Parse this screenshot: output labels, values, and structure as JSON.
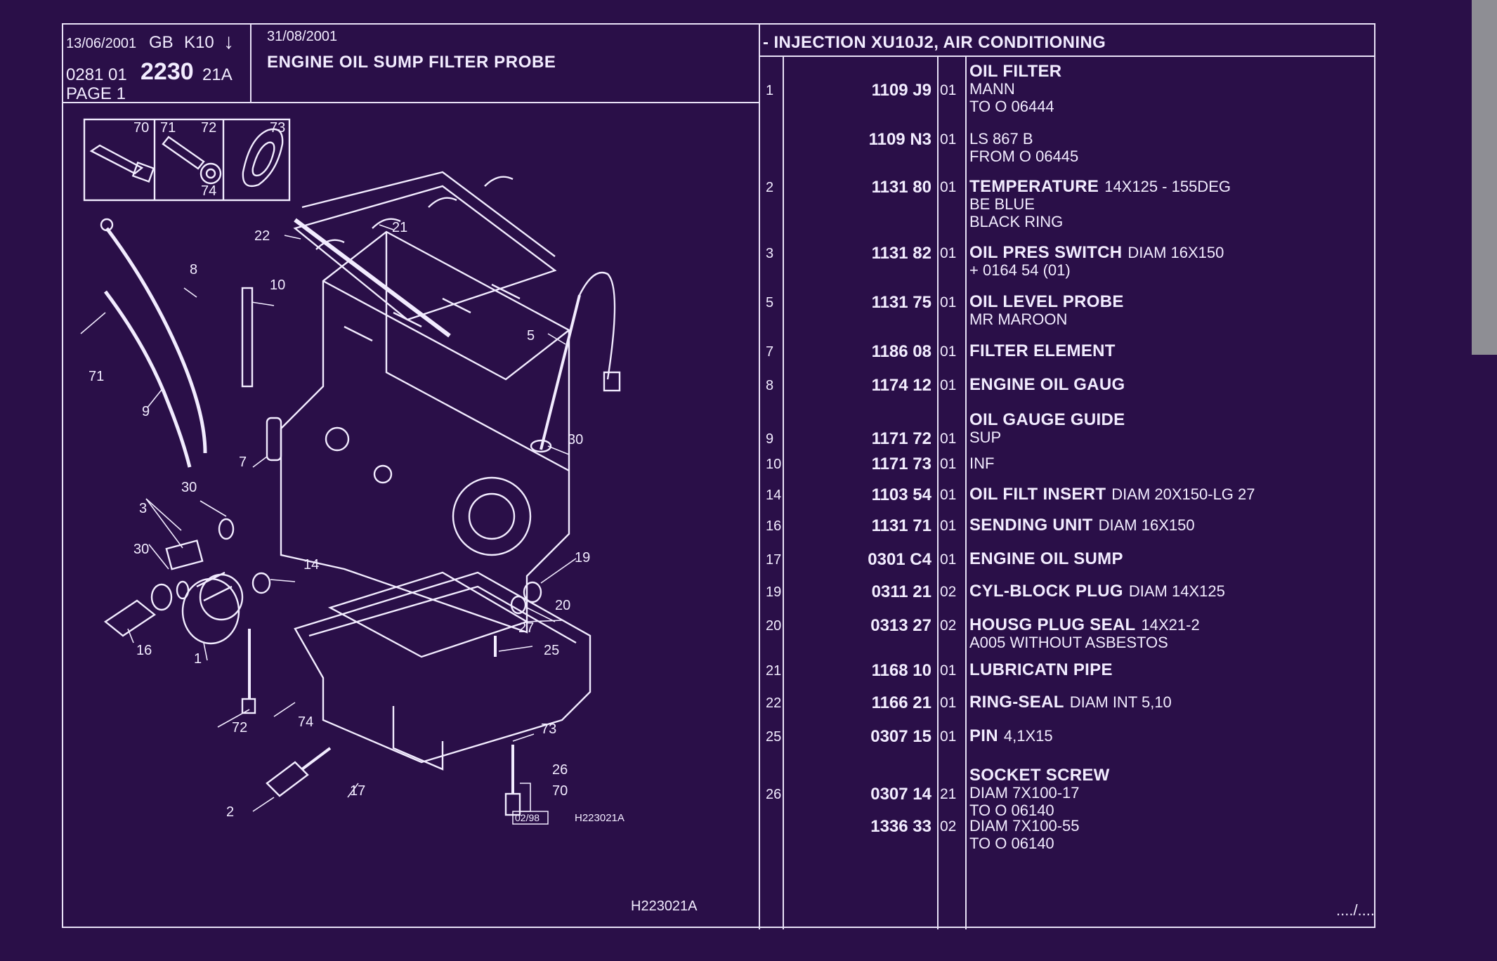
{
  "header": {
    "date_issue": "13/06/2001",
    "lang": "GB",
    "code": "K10",
    "arrow": "↓",
    "ref_prefix": "0281  01",
    "ref_main": "2230",
    "ref_suffix": "21A",
    "page": "PAGE  1",
    "date_update": "31/08/2001",
    "title": "ENGINE OIL SUMP FILTER PROBE",
    "section": "- INJECTION XU10J2, AIR CONDITIONING"
  },
  "inset": {
    "labels": [
      "70",
      "71",
      "72",
      "73",
      "74"
    ]
  },
  "diagram": {
    "callouts": [
      "21",
      "22",
      "8",
      "10",
      "71",
      "9",
      "5",
      "30",
      "7",
      "30",
      "3",
      "30",
      "14",
      "19",
      "16",
      "1",
      "20",
      "27",
      "25",
      "72",
      "74",
      "73",
      "26",
      "70",
      "2",
      "17"
    ],
    "stamp": "02/98",
    "code_small": "H223021A",
    "code_bottom": "H223021A"
  },
  "parts": [
    {
      "item": "1",
      "ref": "1109 J9",
      "qty": "01",
      "name": "OIL FILTER",
      "lines": [
        "MANN",
        "TO  O  06444"
      ],
      "name_first": true
    },
    {
      "item": "",
      "ref": "1109 N3",
      "qty": "01",
      "name": "",
      "lines": [
        "LS 867 B",
        "FROM  O  06445"
      ]
    },
    {
      "item": "2",
      "ref": "1131 80",
      "qty": "01",
      "name": "TEMPERATURE",
      "spec": "14X125 - 155DEG",
      "lines": [
        "BE BLUE",
        "BLACK RING"
      ]
    },
    {
      "item": "3",
      "ref": "1131 82",
      "qty": "01",
      "name": "OIL PRES SWITCH",
      "spec": "DIAM 16X150",
      "lines": [
        "+  0164 54 (01)"
      ]
    },
    {
      "item": "5",
      "ref": "1131 75",
      "qty": "01",
      "name": "OIL LEVEL PROBE",
      "lines": [
        "MR MAROON"
      ]
    },
    {
      "item": "7",
      "ref": "1186 08",
      "qty": "01",
      "name": "FILTER ELEMENT",
      "lines": []
    },
    {
      "item": "8",
      "ref": "1174 12",
      "qty": "01",
      "name": "ENGINE OIL GAUG",
      "lines": []
    },
    {
      "item": "9",
      "ref": "1171 72",
      "qty": "01",
      "name": "OIL GAUGE GUIDE",
      "lines": [
        "SUP"
      ],
      "name_first": true
    },
    {
      "item": "10",
      "ref": "1171 73",
      "qty": "01",
      "name": "",
      "lines": [
        "INF"
      ]
    },
    {
      "item": "14",
      "ref": "1103 54",
      "qty": "01",
      "name": "OIL FILT INSERT",
      "spec": "DIAM 20X150-LG 27",
      "lines": []
    },
    {
      "item": "16",
      "ref": "1131 71",
      "qty": "01",
      "name": "SENDING UNIT",
      "spec": "DIAM 16X150",
      "lines": []
    },
    {
      "item": "17",
      "ref": "0301 C4",
      "qty": "01",
      "name": "ENGINE OIL SUMP",
      "lines": []
    },
    {
      "item": "19",
      "ref": "0311 21",
      "qty": "02",
      "name": "CYL-BLOCK PLUG",
      "spec": "DIAM 14X125",
      "lines": []
    },
    {
      "item": "20",
      "ref": "0313 27",
      "qty": "02",
      "name": "HOUSG PLUG SEAL",
      "spec": "14X21-2",
      "lines": [
        "A005 WITHOUT ASBESTOS"
      ]
    },
    {
      "item": "21",
      "ref": "1168 10",
      "qty": "01",
      "name": "LUBRICATN PIPE",
      "lines": []
    },
    {
      "item": "22",
      "ref": "1166 21",
      "qty": "01",
      "name": "RING-SEAL",
      "spec": "DIAM INT 5,10",
      "lines": []
    },
    {
      "item": "25",
      "ref": "0307 15",
      "qty": "01",
      "name": "PIN",
      "spec": "4,1X15",
      "lines": []
    },
    {
      "item": "26",
      "ref": "0307 14",
      "qty": "21",
      "name": "SOCKET SCREW",
      "lines": [
        "DIAM 7X100-17",
        "TO  O  06140"
      ],
      "name_first": true
    },
    {
      "item": "",
      "ref": "1336 33",
      "qty": "02",
      "name": "",
      "lines": [
        "DIAM 7X100-55",
        "TO  O  06140"
      ]
    }
  ],
  "continuation": "..../...."
}
